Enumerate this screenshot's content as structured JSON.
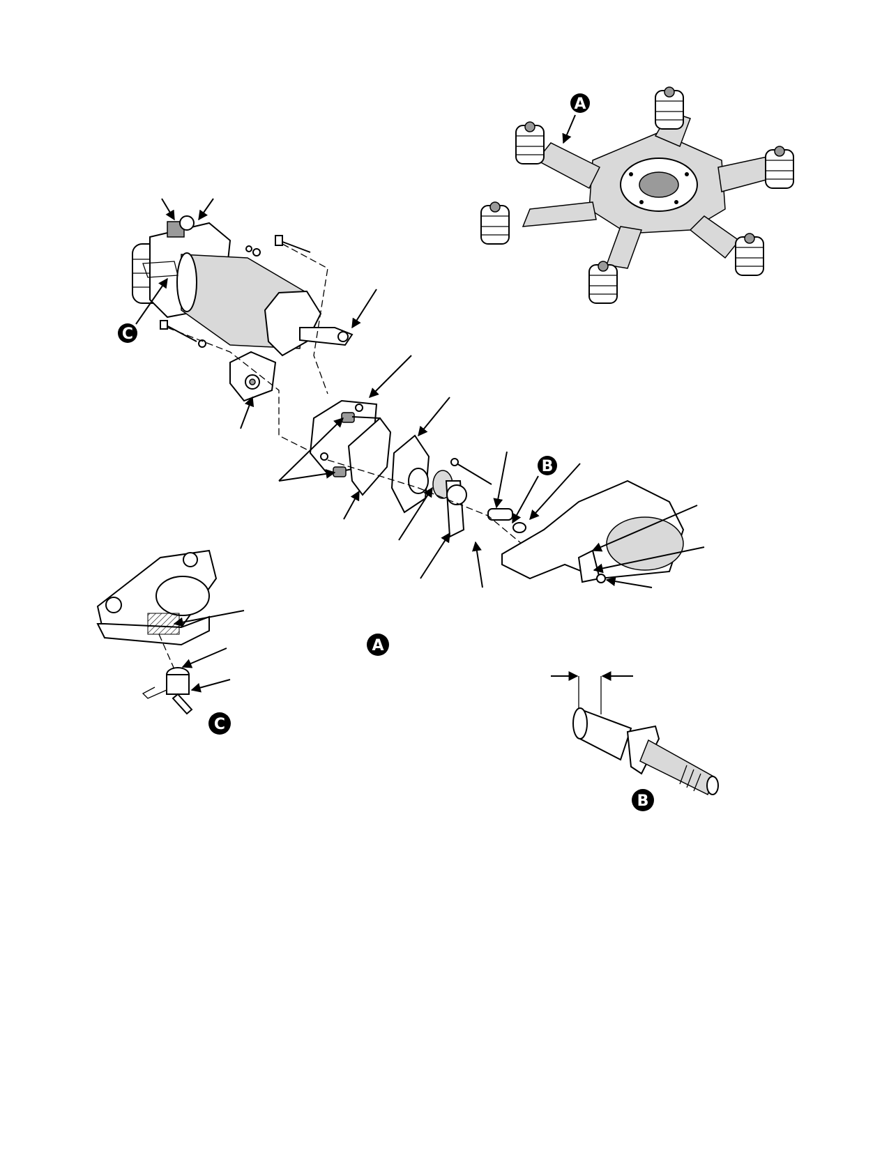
{
  "figure": {
    "callouts": {
      "main_view": "A",
      "detail_b": "B",
      "detail_c": "C"
    },
    "icons": [
      "leader-arrow",
      "callout-circle"
    ]
  }
}
